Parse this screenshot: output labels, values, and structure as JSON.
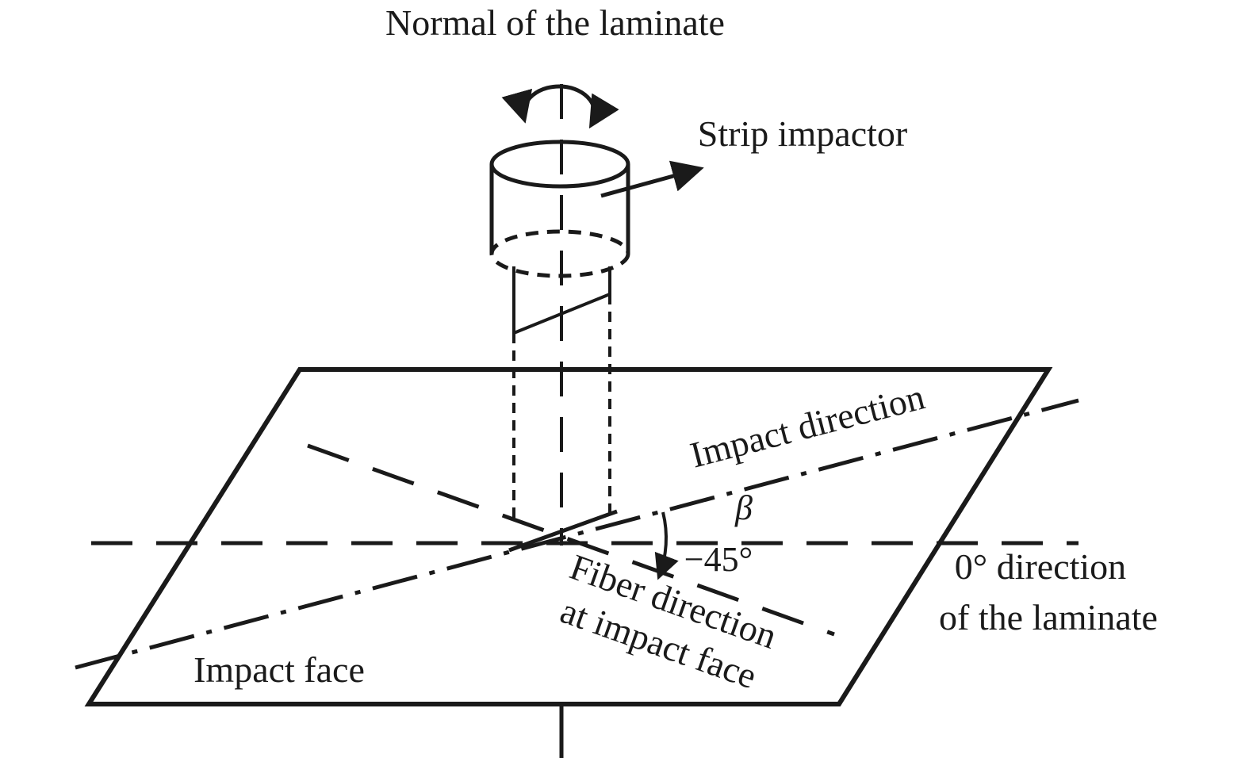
{
  "diagram": {
    "labels": {
      "normal": "Normal of the laminate",
      "impactor": "Strip impactor",
      "impact_direction": "Impact direction",
      "beta": "β",
      "angle_value": "−45°",
      "zero_direction_line1": "0° direction",
      "zero_direction_line2": "of the laminate",
      "fiber_direction_line1": "Fiber direction",
      "fiber_direction_line2": "at impact face",
      "impact_face": "Impact face"
    },
    "colors": {
      "ink": "#1a1a1a",
      "background": "#ffffff"
    }
  }
}
